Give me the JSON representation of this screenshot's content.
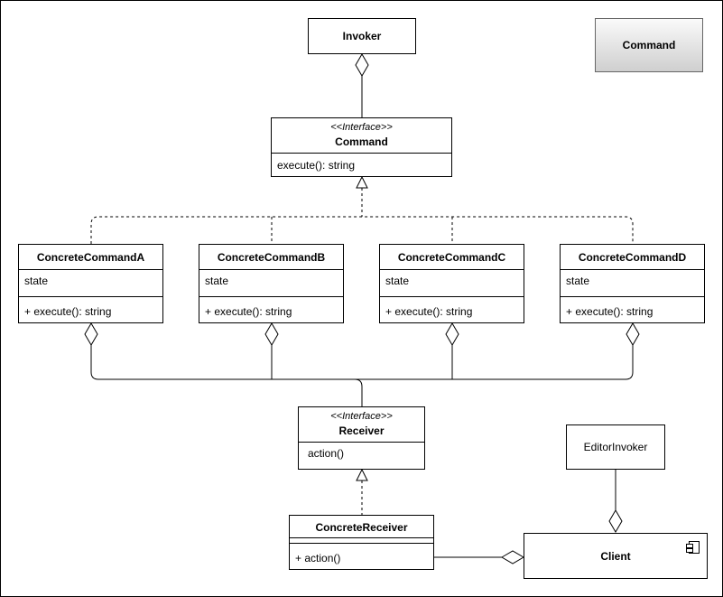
{
  "legend": {
    "label": "Command"
  },
  "invoker": {
    "name": "Invoker"
  },
  "command": {
    "stereotype": "<<Interface>>",
    "name": "Command",
    "ops": [
      "execute(): string"
    ]
  },
  "concrete": [
    {
      "name": "ConcreteCommandA",
      "attr": "state",
      "op": "+ execute(): string"
    },
    {
      "name": "ConcreteCommandB",
      "attr": "state",
      "op": "+ execute(): string"
    },
    {
      "name": "ConcreteCommandC",
      "attr": "state",
      "op": "+ execute(): string"
    },
    {
      "name": "ConcreteCommandD",
      "attr": "state",
      "op": "+ execute(): string"
    }
  ],
  "receiver": {
    "stereotype": "<<Interface>>",
    "name": "Receiver",
    "ops": [
      "action()"
    ]
  },
  "concrete_receiver": {
    "name": "ConcreteReceiver",
    "op": "+ action()"
  },
  "editor_invoker": {
    "name": "EditorInvoker"
  },
  "client": {
    "name": "Client",
    "icon": "component-icon"
  }
}
